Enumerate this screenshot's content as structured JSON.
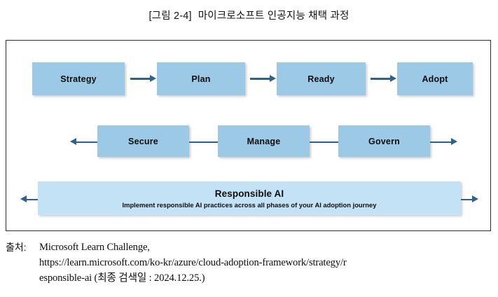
{
  "figure": {
    "number": "[그림 2-4]",
    "title": "마이크로소프트 인공지능 채택 과정"
  },
  "diagram": {
    "row1": [
      {
        "label": "Strategy"
      },
      {
        "label": "Plan"
      },
      {
        "label": "Ready"
      },
      {
        "label": "Adopt"
      }
    ],
    "row2": [
      {
        "label": "Secure"
      },
      {
        "label": "Manage"
      },
      {
        "label": "Govern"
      }
    ],
    "banner": {
      "title": "Responsible AI",
      "subtitle": "Implement responsible AI practices across all phases of your AI adoption journey"
    }
  },
  "colors": {
    "stage_fill": "#9cc9e6",
    "banner_fill": "#c4e2f5",
    "arrow": "#2e6389",
    "frame_border": "#2b2b2b"
  },
  "source": {
    "label": "출처:",
    "lines": [
      "Microsoft Learn Challenge,",
      "https://learn.microsoft.com/ko-kr/azure/cloud-adoption-framework/strategy/r",
      "esponsible-ai (최종 검색일 : 2024.12.25.)"
    ]
  }
}
